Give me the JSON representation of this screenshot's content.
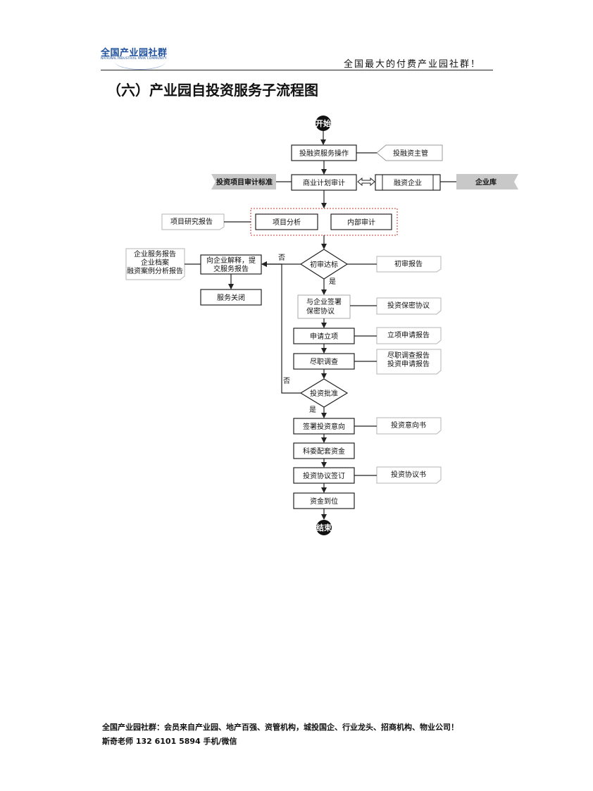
{
  "header": {
    "logo_text": "全国产业园社群",
    "logo_sub": "NATIONAL INDUSTRIAL PARK COMMUNITY",
    "slogan": "全国最大的付费产业园社群！"
  },
  "title": "（六）产业园自投资服务子流程图",
  "flow": {
    "start": "开始",
    "end": "结束",
    "steps": {
      "invest_op": "投融资服务操作",
      "biz_plan": "商业计划审计",
      "financing_co": "融资企业",
      "project_analysis": "项目分析",
      "internal_audit": "内部审计",
      "explain_line1": "向企业解释，提",
      "explain_line2": "交服务报告",
      "service_close": "服务关闭",
      "sign_line1": "与企业签署",
      "sign_line2": "保密协议",
      "apply_project": "申请立项",
      "due_diligence": "尽职调查",
      "sign_intent": "签署投资意向",
      "allocate_funds": "科委配套资金",
      "sign_agreement": "投资协议签订",
      "funds_arrive": "资金到位"
    },
    "decisions": {
      "initial_review": "初审达标",
      "approval": "投资批准"
    },
    "labels": {
      "no1": "否",
      "yes1": "是",
      "no2": "否",
      "yes2": "是"
    },
    "side": {
      "invest_manager": "投融资主管",
      "audit_standard": "投资项目审计标准",
      "enterprise_db": "企业库",
      "research_report": "项目研究报告",
      "reports_line1": "企业服务报告",
      "reports_line2": "企业档案",
      "reports_line3": "融资案例分析报告",
      "initial_report": "初审报告",
      "nda": "投资保密协议",
      "project_report": "立项申请报告",
      "dd_line1": "尽职调查报告",
      "dd_line2": "投资申请报告",
      "intent_letter": "投资意向书",
      "agreement": "投资协议书"
    }
  },
  "footer": {
    "line1": "全国产业园社群：会员来自产业园、地产百强、资管机构，城投国企、行业龙头、招商机构、物业公司！",
    "line2": "斯奇老师 132 6101 5894 手机/微信"
  }
}
